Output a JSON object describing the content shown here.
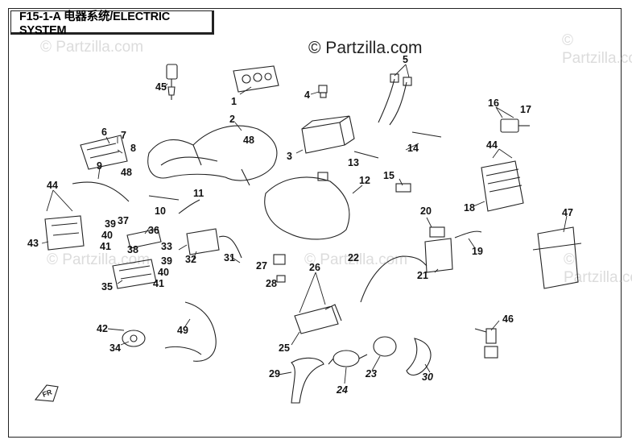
{
  "title": "F15-1-A  电器系统/ELECTRIC SYSTEM",
  "watermark": "© Partzilla.com",
  "faint_watermark": "© Partzilla.com",
  "callouts": {
    "c1": "1",
    "c2": "2",
    "c3": "3",
    "c4": "4",
    "c5": "5",
    "c6": "6",
    "c7": "7",
    "c8": "8",
    "c9": "9",
    "c10": "10",
    "c11": "11",
    "c12": "12",
    "c13": "13",
    "c14": "14",
    "c15": "15",
    "c16": "16",
    "c17": "17",
    "c18": "18",
    "c19": "19",
    "c20": "20",
    "c21": "21",
    "c22": "22",
    "c23": "23",
    "c24": "24",
    "c25": "25",
    "c26": "26",
    "c27": "27",
    "c28": "28",
    "c29": "29",
    "c30": "30",
    "c31": "31",
    "c32": "32",
    "c33": "33",
    "c34": "34",
    "c35": "35",
    "c36": "36",
    "c37": "37",
    "c38": "38",
    "c39a": "39",
    "c39b": "39",
    "c40a": "40",
    "c40b": "40",
    "c41a": "41",
    "c41b": "41",
    "c42": "42",
    "c43": "43",
    "c44a": "44",
    "c44b": "44",
    "c45": "45",
    "c46": "46",
    "c47": "47",
    "c48a": "48",
    "c48b": "48",
    "c49": "49"
  },
  "front_marker": "FR"
}
